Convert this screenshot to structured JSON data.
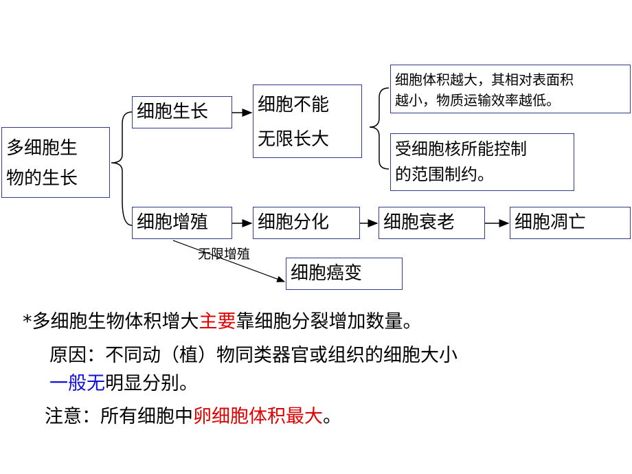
{
  "diagram": {
    "root": [
      "多细胞生",
      "物的生长"
    ],
    "growth": "细胞生长",
    "limit": [
      "细胞不能",
      "无限长大"
    ],
    "reason1": [
      "细胞体积越大，其相对表面积",
      "越小，物质运输效率越低。"
    ],
    "reason2": [
      "受细胞核所能控制",
      "的范围制约。"
    ],
    "proliferation": "细胞增殖",
    "differentiation": "细胞分化",
    "aging": "细胞衰老",
    "death": "细胞凋亡",
    "cancer": "细胞癌变",
    "unlimited_label": "无限增殖"
  },
  "notes": {
    "line1": {
      "prefix": "*多细胞生物体积增大",
      "highlight": "主要",
      "suffix": "靠细胞分裂增加数量。"
    },
    "line2": {
      "text": "原因：不同动（植）物同类器官或组织的细胞大小"
    },
    "line3": {
      "highlight": "一般无",
      "suffix": "明显分别。"
    },
    "line4": {
      "prefix": "注意：所有细胞中",
      "highlight": "卵细胞体积最大",
      "suffix": "。"
    }
  },
  "colors": {
    "box_border": "#2d3b8a",
    "red": "#e00000",
    "blue": "#1010d8"
  }
}
